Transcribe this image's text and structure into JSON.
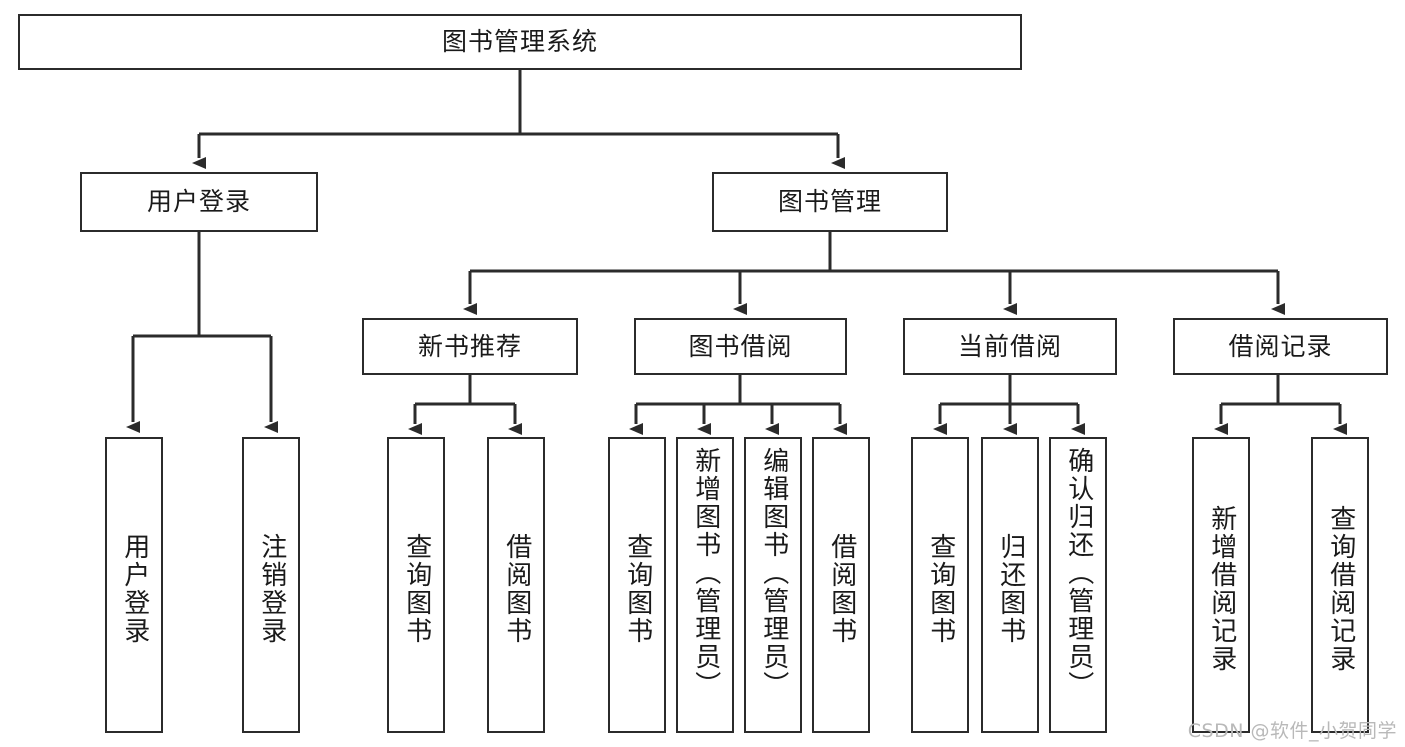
{
  "diagram": {
    "title": "图书管理系统",
    "watermark": "CSDN @软件_小贺同学",
    "accent_color": "#2b2b2b",
    "background_color": "#ffffff",
    "root": {
      "label": "图书管理系统"
    },
    "level2": [
      {
        "label": "用户登录"
      },
      {
        "label": "图书管理"
      }
    ],
    "level3": [
      {
        "label": "新书推荐"
      },
      {
        "label": "图书借阅"
      },
      {
        "label": "当前借阅"
      },
      {
        "label": "借阅记录"
      }
    ],
    "leaves": {
      "user_login": [
        {
          "label": "用户登录"
        },
        {
          "label": "注销登录"
        }
      ],
      "new_book": [
        {
          "label": "查询图书"
        },
        {
          "label": "借阅图书"
        }
      ],
      "book_borrow": [
        {
          "label": "查询图书"
        },
        {
          "label": "新增图书（管理员）"
        },
        {
          "label": "编辑图书（管理员）"
        },
        {
          "label": "借阅图书"
        }
      ],
      "current_borrow": [
        {
          "label": "查询图书"
        },
        {
          "label": "归还图书"
        },
        {
          "label": "确认归还（管理员）"
        }
      ],
      "borrow_record": [
        {
          "label": "新增借阅记录"
        },
        {
          "label": "查询借阅记录"
        }
      ]
    }
  }
}
